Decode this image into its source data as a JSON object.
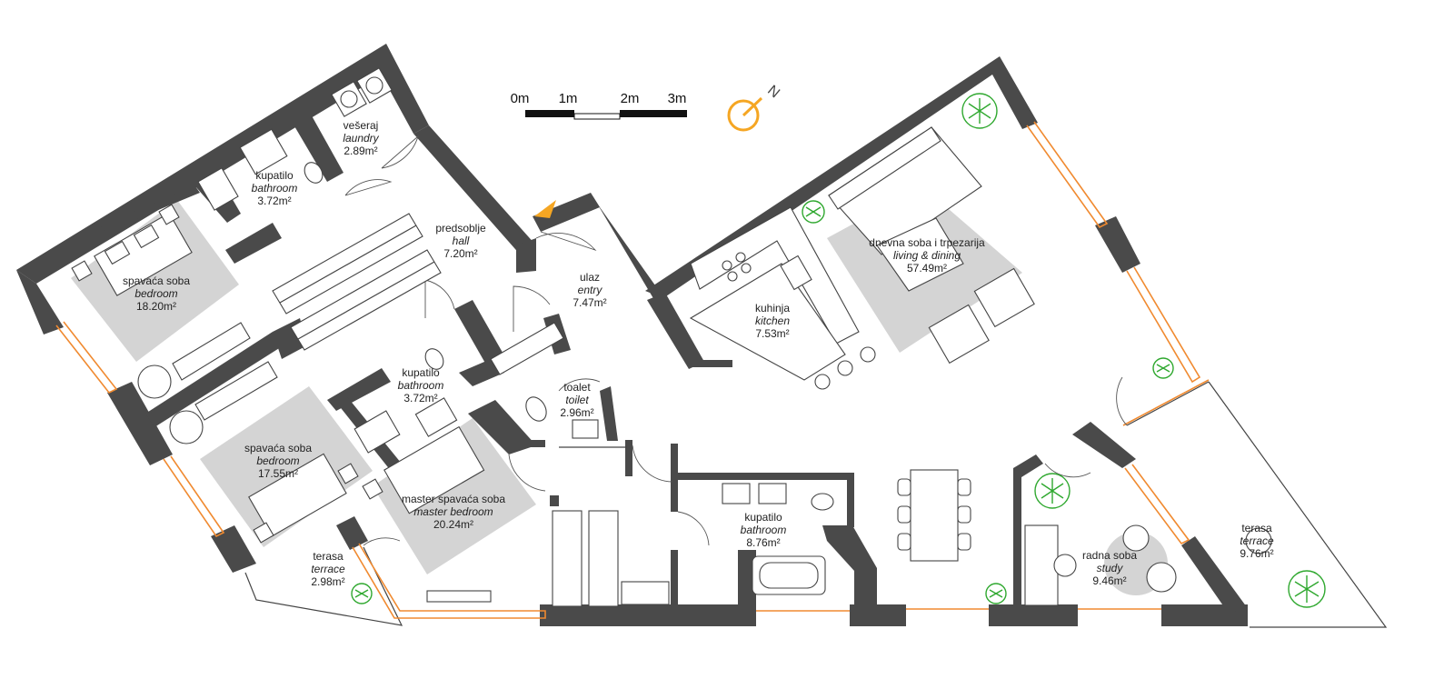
{
  "scale_bar": {
    "ticks": [
      "0m",
      "1m",
      "2m",
      "3m"
    ]
  },
  "compass": {
    "north_label": "N",
    "color": "#f5a623"
  },
  "colors": {
    "wall": "#4a4a4a",
    "window": "#f08a30",
    "floor_zone": "#d4d4d4",
    "plant": "#2fa82f"
  },
  "rooms": [
    {
      "id": "laundry",
      "name": "vešeraj",
      "name_en": "laundry",
      "area": "2.89m²"
    },
    {
      "id": "bathroom-1",
      "name": "kupatilo",
      "name_en": "bathroom",
      "area": "3.72m²"
    },
    {
      "id": "hall",
      "name": "predsoblje",
      "name_en": "hall",
      "area": "7.20m²"
    },
    {
      "id": "bedroom-1",
      "name": "spavaća soba",
      "name_en": "bedroom",
      "area": "18.20m²"
    },
    {
      "id": "entry",
      "name": "ulaz",
      "name_en": "entry",
      "area": "7.47m²"
    },
    {
      "id": "living",
      "name": "dnevna soba i trpezarija",
      "name_en": "living & dining",
      "area": "57.49m²"
    },
    {
      "id": "kitchen",
      "name": "kuhinja",
      "name_en": "kitchen",
      "area": "7.53m²"
    },
    {
      "id": "bathroom-2",
      "name": "kupatilo",
      "name_en": "bathroom",
      "area": "3.72m²"
    },
    {
      "id": "toilet",
      "name": "toalet",
      "name_en": "toilet",
      "area": "2.96m²"
    },
    {
      "id": "bedroom-2",
      "name": "spavaća soba",
      "name_en": "bedroom",
      "area": "17.55m²"
    },
    {
      "id": "master-bedroom",
      "name": "master spavaća soba",
      "name_en": "master bedroom",
      "area": "20.24m²"
    },
    {
      "id": "bathroom-3",
      "name": "kupatilo",
      "name_en": "bathroom",
      "area": "8.76m²"
    },
    {
      "id": "terrace-1",
      "name": "terasa",
      "name_en": "terrace",
      "area": "2.98m²"
    },
    {
      "id": "study",
      "name": "radna soba",
      "name_en": "study",
      "area": "9.46m²"
    },
    {
      "id": "terrace-2",
      "name": "terasa",
      "name_en": "terrace",
      "area": "9.76m²"
    }
  ]
}
